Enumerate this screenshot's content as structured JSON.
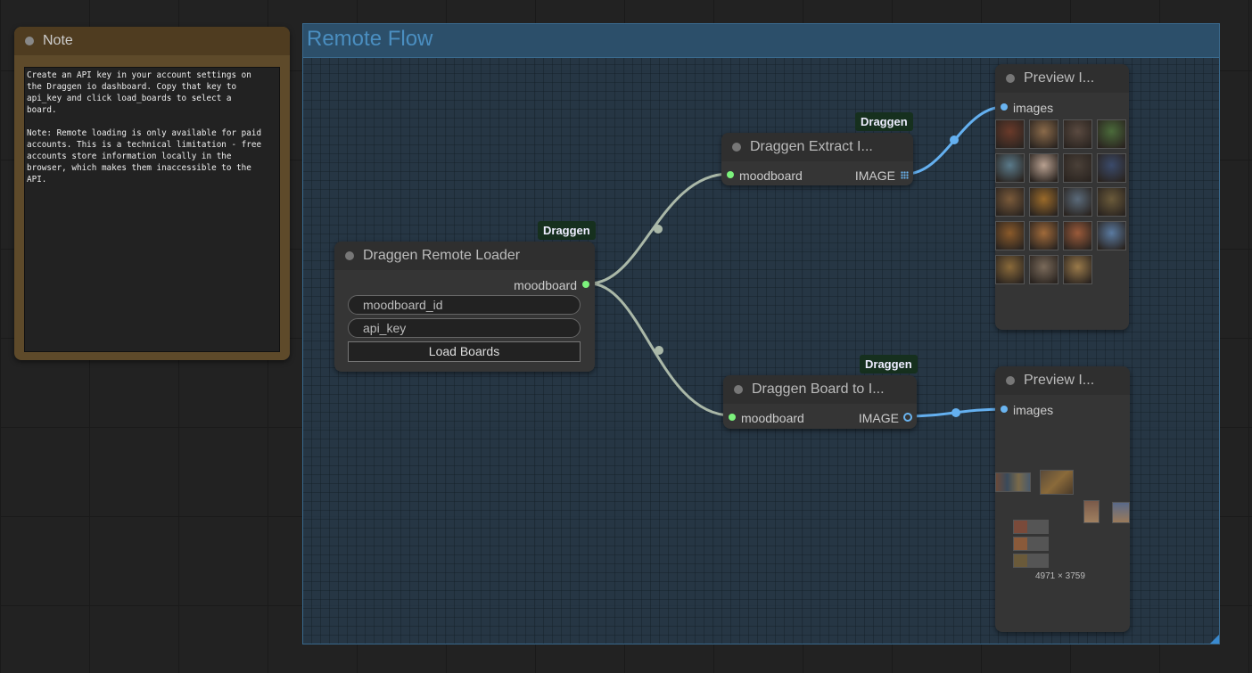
{
  "note": {
    "title": "Note",
    "text": "Create an API key in your account settings on\nthe Draggen io dashboard. Copy that key to\napi_key and click load_boards to select a\nboard.\n\nNote: Remote loading is only available for paid\naccounts. This is a technical limitation - free\naccounts store information locally in the\nbrowser, which makes them inaccessible to the\nAPI."
  },
  "group": {
    "title": "Remote Flow"
  },
  "nodes": {
    "remote_loader": {
      "badge": "Draggen",
      "title": "Draggen Remote Loader",
      "output": "moodboard",
      "field_moodboard_id": "moodboard_id",
      "field_api_key": "api_key",
      "button": "Load Boards"
    },
    "extract": {
      "badge": "Draggen",
      "title": "Draggen Extract I...",
      "input": "moodboard",
      "output": "IMAGE"
    },
    "board_to": {
      "badge": "Draggen",
      "title": "Draggen Board to I...",
      "input": "moodboard",
      "output": "IMAGE"
    },
    "preview_top": {
      "title": "Preview I...",
      "input": "images"
    },
    "preview_bottom": {
      "title": "Preview I...",
      "input": "images",
      "resolution": "4971 × 3759"
    }
  },
  "colors": {
    "canvas": "#222222",
    "group_fill": "#283e50",
    "group_title": "#4a8ec0",
    "link_moodboard": "#aab8a8",
    "link_image": "#64b0f0",
    "slot_green": "#7cf27c",
    "slot_blue": "#6ab4f0",
    "badge_bg": "#16301e"
  },
  "thumb_colors": [
    "#6a3a2a",
    "#8a6a4a",
    "#5a4a40",
    "#4a6a3a",
    "#5a7a8a",
    "#b8a090",
    "#4a4038",
    "#3a4a6a",
    "#7a5a3a",
    "#9a6a2a",
    "#5a6a7a",
    "#6a5a3a",
    "#8a5a2a",
    "#a06a3a",
    "#9a5a3a",
    "#5a7aa0",
    "#8a6a3a",
    "#7a6a5a",
    "#9a7a4a"
  ]
}
